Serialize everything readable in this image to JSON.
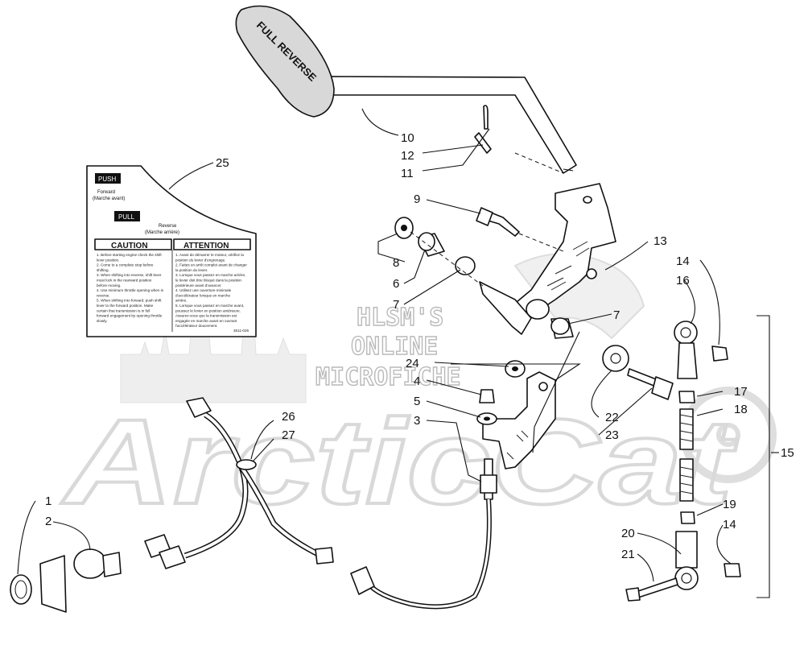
{
  "watermark": {
    "brand": "ArcticCat",
    "overlay_lines": [
      "HLSM'S",
      "ONLINE",
      "MICROFICHE"
    ]
  },
  "handle_text": "FULL REVERSE",
  "decal": {
    "push_label": "PUSH",
    "push_sub1": "Forward",
    "push_sub2": "(Marche avant)",
    "pull_label": "PULL",
    "pull_sub1": "Reverse",
    "pull_sub2": "(Marche arrière)",
    "caution_title": "CAUTION",
    "attention_title": "ATTENTION",
    "caution_lines": [
      "1. Before starting engine check the shift",
      "lever position.",
      "2. Come to a complete stop before",
      "shifting.",
      "3. When shifting into reverse, shift lever",
      "must lock in the rearward position",
      "before moving.",
      "4. Use minimum throttle opening when in",
      "reverse.",
      "5. When shifting into forward, push shift",
      "lever to the forward position. Make",
      "certain that transmission is in full",
      "forward engagement by opening throttle",
      "slowly."
    ],
    "attention_lines": [
      "1. Avant de démarrer le moteur, vérifiez la",
      "position du levier d'engrenage.",
      "2. Faites un arrêt complet avant de changer",
      "la position du levier.",
      "3. Lorsque vous passez en marche arrière,",
      "le levier doit être bloqué dans la position",
      "postérieure avant d'avancer.",
      "4. Utilisez une ouverture minimale",
      "d'accélérateur lorsque en marche",
      "arrière.",
      "5. Lorsque vous passez en marche avant,",
      "poussez le levier en position antérieure.",
      "Assurez-vous que la transmission est",
      "engagée en marche avant en ouvrant",
      "l'accélérateur doucement."
    ],
    "part_no": "3611-026"
  },
  "callouts": [
    {
      "id": "c10",
      "text": "10"
    },
    {
      "id": "c12",
      "text": "12"
    },
    {
      "id": "c11",
      "text": "11"
    },
    {
      "id": "c25",
      "text": "25"
    },
    {
      "id": "c9",
      "text": "9"
    },
    {
      "id": "c13",
      "text": "13"
    },
    {
      "id": "c14a",
      "text": "14"
    },
    {
      "id": "c16",
      "text": "16"
    },
    {
      "id": "c8",
      "text": "8"
    },
    {
      "id": "c6",
      "text": "6"
    },
    {
      "id": "c7a",
      "text": "7"
    },
    {
      "id": "c7b",
      "text": "7"
    },
    {
      "id": "c24",
      "text": "24"
    },
    {
      "id": "c4",
      "text": "4"
    },
    {
      "id": "c5",
      "text": "5"
    },
    {
      "id": "c3",
      "text": "3"
    },
    {
      "id": "c22",
      "text": "22"
    },
    {
      "id": "c23",
      "text": "23"
    },
    {
      "id": "c17",
      "text": "17"
    },
    {
      "id": "c18",
      "text": "18"
    },
    {
      "id": "c15",
      "text": "15"
    },
    {
      "id": "c26",
      "text": "26"
    },
    {
      "id": "c27",
      "text": "27"
    },
    {
      "id": "c1",
      "text": "1"
    },
    {
      "id": "c2",
      "text": "2"
    },
    {
      "id": "c19",
      "text": "19"
    },
    {
      "id": "c14b",
      "text": "14"
    },
    {
      "id": "c20",
      "text": "20"
    },
    {
      "id": "c21",
      "text": "21"
    }
  ]
}
